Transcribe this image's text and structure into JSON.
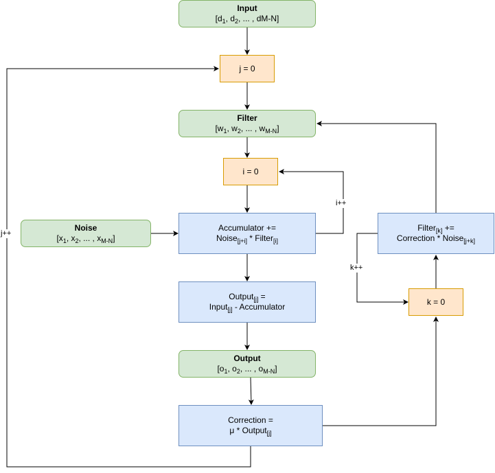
{
  "nodes": {
    "input": {
      "title": "Input",
      "text": "[d1, d2, ... , dM-N]"
    },
    "j_init": {
      "text": "j = 0"
    },
    "filter": {
      "title": "Filter",
      "text": "[w1, w2, ... , wM-N]"
    },
    "i_init": {
      "text": "i = 0"
    },
    "noise": {
      "title": "Noise",
      "text": "[x1, x2, ... , xM-N]"
    },
    "accumulator": {
      "line1": "Accumulator +=",
      "line2": "Noise[j+i] * Filter[i]"
    },
    "output_calc": {
      "line1": "Output[j] =",
      "line2": "Input[j] - Accumulator"
    },
    "output": {
      "title": "Output",
      "text": "[o1, o2, ... , oM-N]"
    },
    "correction": {
      "line1": "Correction =",
      "line2": "μ * Output[j]"
    },
    "k_init": {
      "text": "k = 0"
    },
    "filter_update": {
      "line1": "Filter[k] +=",
      "line2": "Correction * Noise[j+k]"
    }
  },
  "edge_labels": {
    "i_inc": "i++",
    "j_inc": "j++",
    "k_inc": "k++"
  },
  "colors": {
    "green_fill": "#d5e8d4",
    "green_stroke": "#82b366",
    "orange_fill": "#ffe6cc",
    "orange_stroke": "#d79b00",
    "blue_fill": "#dae8fc",
    "blue_stroke": "#6c8ebf"
  }
}
